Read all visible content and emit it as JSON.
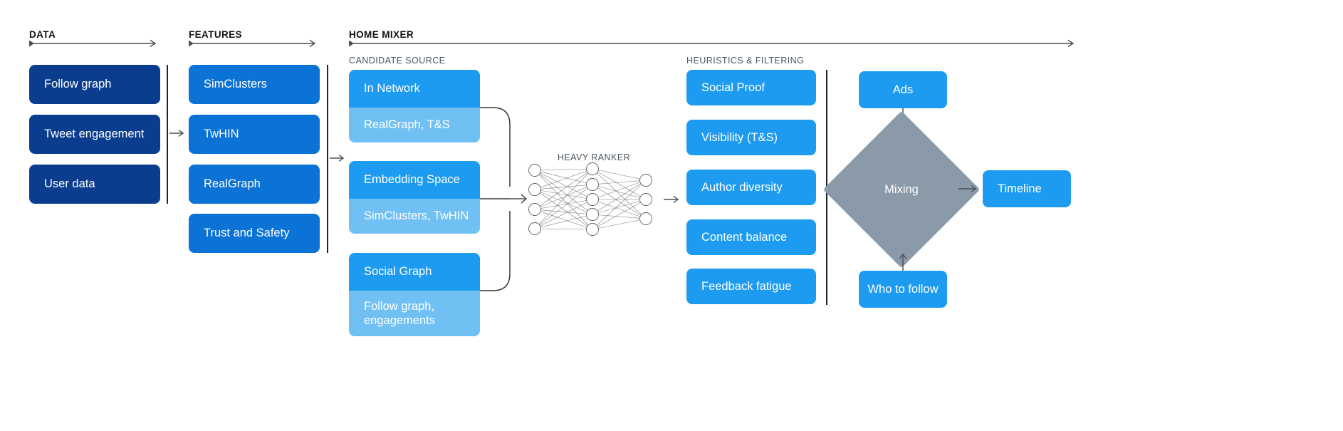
{
  "stages": [
    {
      "key": "data",
      "label": "DATA"
    },
    {
      "key": "features",
      "label": "FEATURES"
    },
    {
      "key": "mixer",
      "label": "HOME MIXER"
    }
  ],
  "sub_labels": {
    "candidate_source": "CANDIDATE SOURCE",
    "heuristics": "HEURISTICS & FILTERING",
    "heavy_ranker": "HEAVY RANKER"
  },
  "data_column": {
    "items": [
      {
        "label": "Follow graph"
      },
      {
        "label": "Tweet engagement"
      },
      {
        "label": "User data"
      }
    ]
  },
  "features_column": {
    "items": [
      {
        "label": "SimClusters"
      },
      {
        "label": "TwHIN"
      },
      {
        "label": "RealGraph"
      },
      {
        "label": "Trust and Safety"
      }
    ]
  },
  "candidate_sources": {
    "items": [
      {
        "title": "In Network",
        "detail": "RealGraph, T&S"
      },
      {
        "title": "Embedding Space",
        "detail": "SimClusters, TwHIN"
      },
      {
        "title": "Social Graph",
        "detail": "Follow graph,\nengagements"
      }
    ]
  },
  "heuristics_column": {
    "items": [
      {
        "label": "Social Proof"
      },
      {
        "label": "Visibility (T&S)"
      },
      {
        "label": "Author diversity"
      },
      {
        "label": "Content balance"
      },
      {
        "label": "Feedback fatigue"
      }
    ]
  },
  "mixing_column": {
    "ads": "Ads",
    "mixing": "Mixing",
    "who_to_follow": "Who to follow"
  },
  "output": {
    "timeline": "Timeline"
  },
  "neural_net": {
    "layers": [
      4,
      5,
      3
    ]
  },
  "colors": {
    "navy": "#0b3d8f",
    "blue": "#0b72d6",
    "bright_blue": "#1d9bf0",
    "light_blue": "#71c0f3",
    "slate": "#8a9aa8",
    "arrow": "#4a4f55",
    "divider": "#20242b",
    "label_gray": "#4a5560",
    "title_black": "#111111",
    "background": "#ffffff"
  }
}
